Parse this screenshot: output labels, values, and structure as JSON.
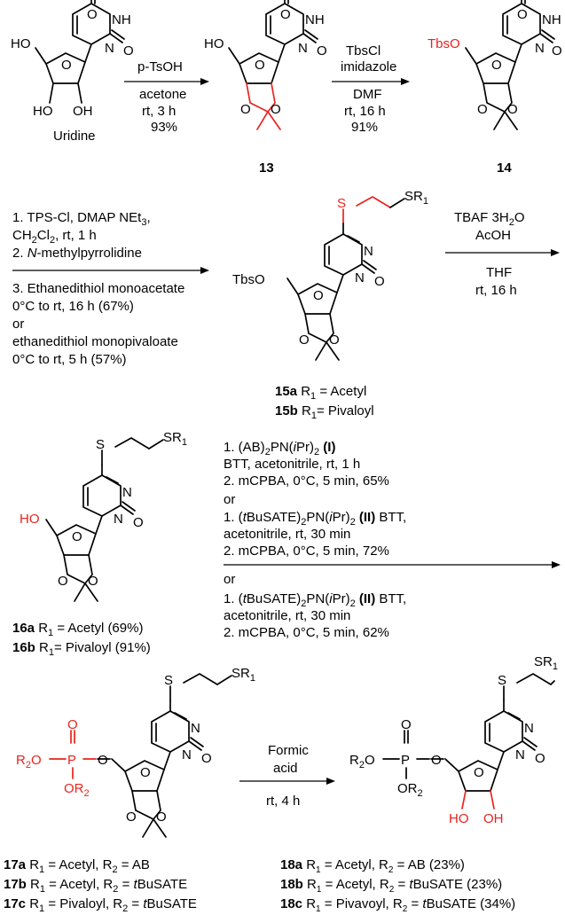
{
  "uridine": {
    "label": "Uridine",
    "atoms": {
      "O": "O",
      "N": "N",
      "H": "H",
      "HO": "HO",
      "OH": "OH"
    }
  },
  "step1": {
    "reagent": "p-TsOH",
    "solvent": "acetone",
    "conditions": "rt,  3 h",
    "yield": "93%"
  },
  "cmpd13": {
    "number": "13",
    "HO": "HO"
  },
  "step2": {
    "reagent1": "TbsCl",
    "reagent2": "imidazole",
    "solvent": "DMF",
    "conditions": "rt, 16 h",
    "yield": "91%"
  },
  "cmpd14": {
    "number": "14",
    "protecting": "TbsO"
  },
  "step3": {
    "line1": "1. TPS-Cl, DMAP NEt",
    "line1_sub": "3",
    "line1_end": ",",
    "line2": "CH",
    "line2_sub": "2",
    "line2_mid": "Cl",
    "line2_sub2": "2",
    "line2_end": ", rt, 1 h",
    "line3_pre": "2. ",
    "line3_ital": "N",
    "line3_post": "-methylpyrrolidine",
    "line4": "3. Ethanedithiol monoacetate",
    "line5": "0°C to rt, 16 h (67%)",
    "line6": "or",
    "line7": "ethanedithiol monopivaloate",
    "line8": "0°C to rt, 5 h (57%)"
  },
  "cmpd15": {
    "protecting": "Tbs",
    "SR": "SR",
    "sub1": "1",
    "S": "S",
    "labels": [
      {
        "num": "15a",
        "text": " R",
        "sub": "1",
        "rest": " = Acetyl"
      },
      {
        "num": "15b",
        "text": " R",
        "sub": "1",
        "rest": "= Pivaloyl"
      }
    ]
  },
  "step4": {
    "reagent1": "TBAF 3H",
    "reagent1_sub": "2",
    "reagent1_end": "O",
    "reagent2": "AcOH",
    "solvent": "THF",
    "conditions": "rt, 16 h"
  },
  "cmpd16": {
    "HO": "HO",
    "labels": [
      {
        "num": "16a",
        "text": " R",
        "sub": "1",
        "rest": " = Acetyl (69%)"
      },
      {
        "num": "16b",
        "text": " R",
        "sub": "1",
        "rest": "= Pivaloyl (91%)"
      }
    ]
  },
  "step5": {
    "a1_pre": "1. (AB)",
    "a1_sub": "2",
    "a1_mid": "PN(",
    "a1_ital": "i",
    "a1_mid2": "Pr)",
    "a1_sub2": "2",
    "a1_lbl": " (I)",
    "a2": "BTT, acetonitrile, rt, 1 h",
    "a3": "2. mCPBA, 0°C, 5 min, 65%",
    "or1": "or",
    "b1_pre": "1. (",
    "b1_ital": "t",
    "b1_mid": "BuSATE)",
    "b1_sub": "2",
    "b1_mid2": "PN(",
    "b1_ital2": "i",
    "b1_mid3": "Pr)",
    "b1_sub2": "2",
    "b1_lbl": " (II)",
    "b1_end": " BTT,",
    "b2": "acetonitrile, rt, 30 min",
    "b3": "2. mCPBA, 0°C, 5 min, 72%",
    "or2": "or",
    "c1_pre": "1. (",
    "c1_ital": "t",
    "c1_mid": "BuSATE)",
    "c1_sub": "2",
    "c1_mid2": "PN(",
    "c1_ital2": "i",
    "c1_mid3": "Pr)",
    "c1_sub2": "2",
    "c1_lbl": " (II)",
    "c1_end": " BTT,",
    "c2": "acetonitrile, rt, 30 min",
    "c3": "2. mCPBA, 0°C, 5 min, 62%"
  },
  "cmpd17": {
    "R2O": "R",
    "R2O_sub": "2",
    "R2O_end": "O",
    "P": "P",
    "OR2": "OR",
    "OR2_sub": "2",
    "labels": [
      {
        "num": "17a",
        "r1": " R",
        "r1sub": "1",
        "r1rest": " = Acetyl, R",
        "r2sub": "2",
        "r2rest": " = AB"
      },
      {
        "num": "17b",
        "r1": " R",
        "r1sub": "1",
        "r1rest": " = Acetyl, R",
        "r2sub": "2",
        "r2rest": " = ",
        "r2ital": "t",
        "r2end": "BuSATE"
      },
      {
        "num": "17c",
        "r1": " R",
        "r1sub": "1",
        "r1rest": " = Pivaloyl, R",
        "r2sub": "2",
        "r2rest": " = ",
        "r2ital": "t",
        "r2end": "BuSATE"
      }
    ]
  },
  "step6": {
    "reagent1": "Formic",
    "reagent2": "acid",
    "conditions": "rt, 4 h"
  },
  "cmpd18": {
    "labels": [
      {
        "num": "18a",
        "r1": " R",
        "r1sub": "1",
        "r1rest": " = Acetyl, R",
        "r2sub": "2",
        "r2rest": " = AB (23%)"
      },
      {
        "num": "18b",
        "r1": " R",
        "r1sub": "1",
        "r1rest": " = Acetyl, R",
        "r2sub": "2",
        "r2rest": " = ",
        "r2ital": "t",
        "r2end": "BuSATE (23%)"
      },
      {
        "num": "18c",
        "r1": " R",
        "r1sub": "1",
        "r1rest": " = Pivavoyl, R",
        "r2sub": "2",
        "r2rest": " = ",
        "r2ital": "t",
        "r2end": "BuSATE (34%)"
      }
    ]
  }
}
